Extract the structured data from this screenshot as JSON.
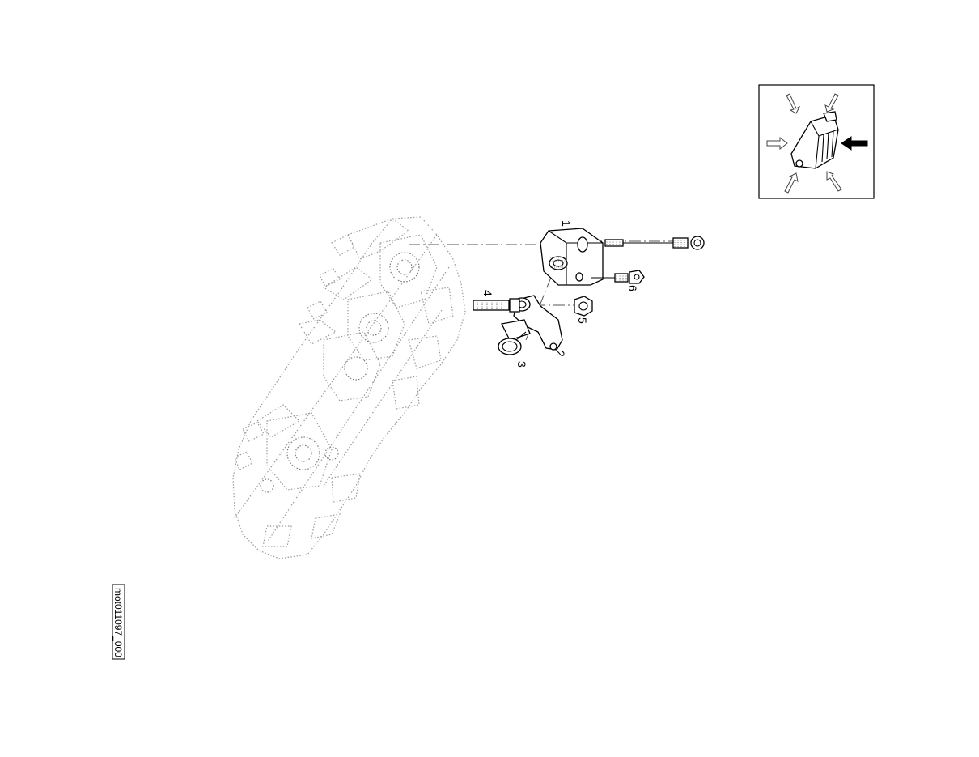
{
  "figure": {
    "document_id": "mot011097_000",
    "callouts": [
      {
        "id": "callout-1",
        "label": "1"
      },
      {
        "id": "callout-2",
        "label": "2"
      },
      {
        "id": "callout-3",
        "label": "3"
      },
      {
        "id": "callout-4",
        "label": "4"
      },
      {
        "id": "callout-5",
        "label": "5"
      },
      {
        "id": "callout-6",
        "label": "6"
      }
    ],
    "inset": {
      "description_icon": "engine-block-orientation-icon",
      "highlight_arrow_color": "#000000"
    },
    "colors": {
      "background": "#ffffff",
      "ghost_outline": "#9a9a9a",
      "part_outline": "#000000"
    }
  }
}
